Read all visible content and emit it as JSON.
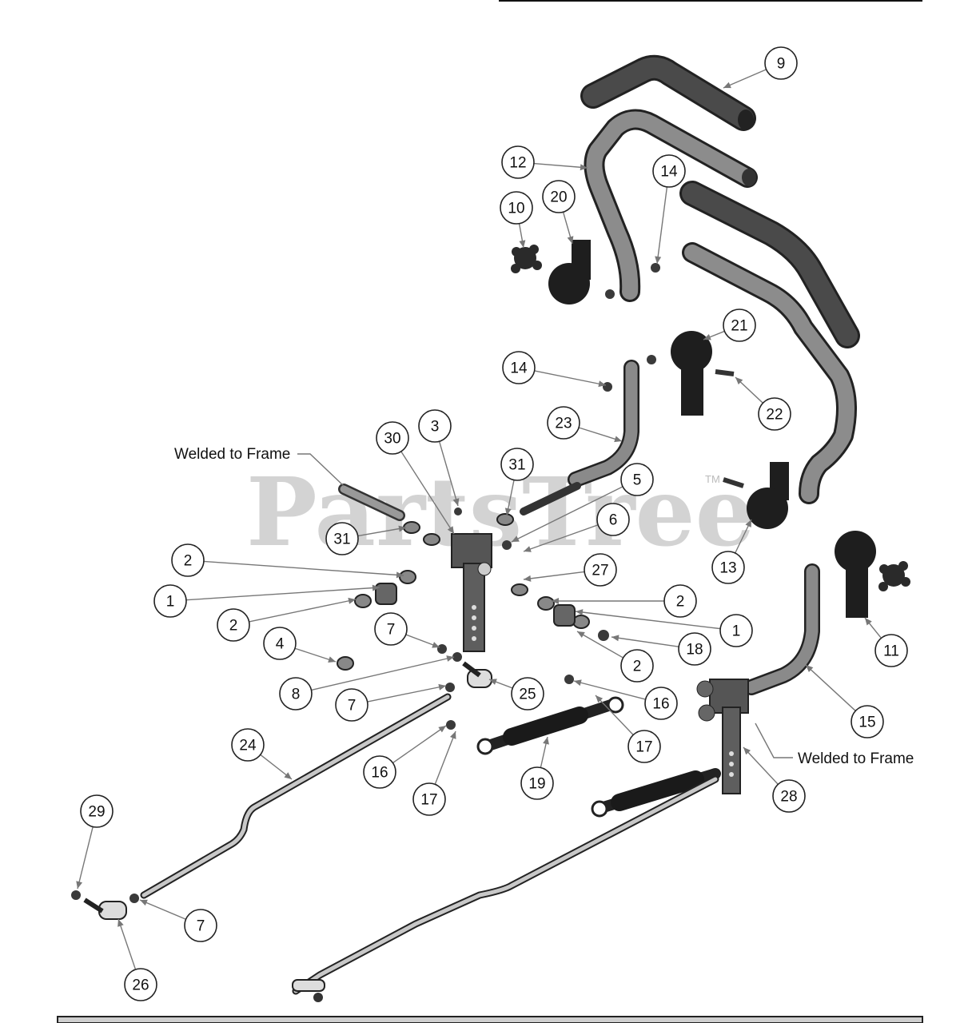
{
  "watermark": {
    "text": "PartsTree",
    "tm": "TM"
  },
  "notes": {
    "welded_left": "Welded to Frame",
    "welded_right": "Welded to Frame"
  },
  "callouts": [
    {
      "label": "9"
    },
    {
      "label": "12"
    },
    {
      "label": "14"
    },
    {
      "label": "10"
    },
    {
      "label": "20"
    },
    {
      "label": "21"
    },
    {
      "label": "14"
    },
    {
      "label": "22"
    },
    {
      "label": "23"
    },
    {
      "label": "3"
    },
    {
      "label": "30"
    },
    {
      "label": "31"
    },
    {
      "label": "5"
    },
    {
      "label": "31"
    },
    {
      "label": "6"
    },
    {
      "label": "2"
    },
    {
      "label": "27"
    },
    {
      "label": "1"
    },
    {
      "label": "2"
    },
    {
      "label": "2"
    },
    {
      "label": "1"
    },
    {
      "label": "4"
    },
    {
      "label": "7"
    },
    {
      "label": "18"
    },
    {
      "label": "2"
    },
    {
      "label": "8"
    },
    {
      "label": "25"
    },
    {
      "label": "16"
    },
    {
      "label": "7"
    },
    {
      "label": "24"
    },
    {
      "label": "17"
    },
    {
      "label": "16"
    },
    {
      "label": "19"
    },
    {
      "label": "17"
    },
    {
      "label": "13"
    },
    {
      "label": "11"
    },
    {
      "label": "15"
    },
    {
      "label": "28"
    },
    {
      "label": "29"
    },
    {
      "label": "7"
    },
    {
      "label": "26"
    }
  ]
}
